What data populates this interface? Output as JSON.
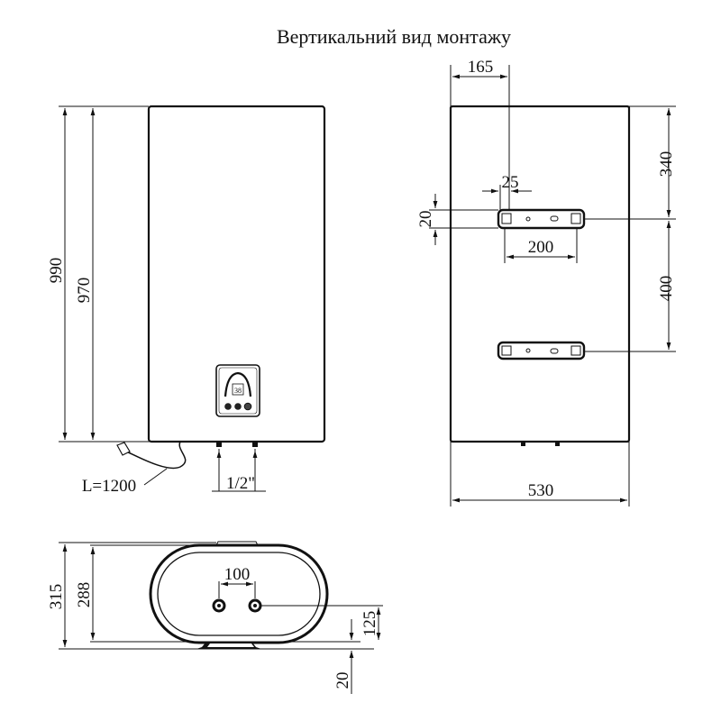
{
  "title": "Вертикальний вид монтажу",
  "front_view": {
    "height_total": "990",
    "height_body": "970",
    "cord_length": "L=1200",
    "pipe_thread": "1/2\"",
    "panel_display": "38"
  },
  "back_view": {
    "bracket_offset_x": "165",
    "bracket_slot": "25",
    "bracket_height": "20",
    "bracket_width": "200",
    "top_to_bracket": "340",
    "bracket_spacing": "400",
    "width": "530"
  },
  "bottom_view": {
    "depth_total": "315",
    "depth_body": "288",
    "pipe_spacing": "100",
    "pipe_height": "125",
    "bracket_gap": "20"
  },
  "colors": {
    "line": "#111111",
    "background": "#ffffff"
  }
}
